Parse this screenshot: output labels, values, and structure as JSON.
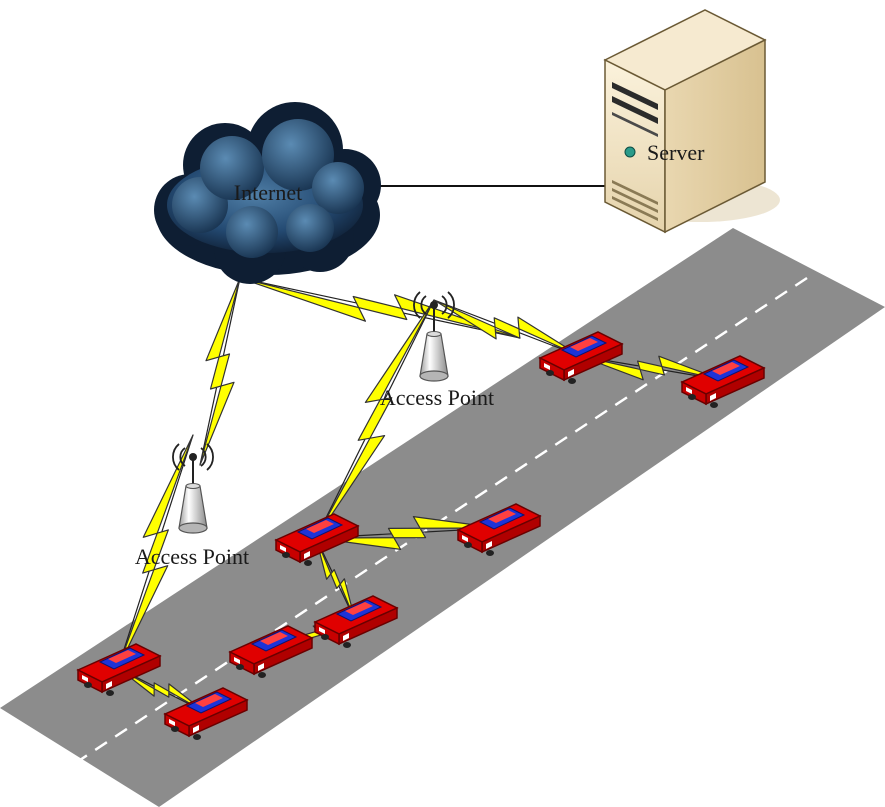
{
  "labels": {
    "internet": "Internet",
    "server": "Server",
    "access_point_1": "Access Point",
    "access_point_2": "Access Point"
  },
  "nodes": [
    {
      "name": "internet-cloud",
      "kind": "cloud"
    },
    {
      "name": "server",
      "kind": "server"
    },
    {
      "name": "access-point-1",
      "kind": "access-point"
    },
    {
      "name": "access-point-2",
      "kind": "access-point"
    },
    {
      "name": "car-1",
      "kind": "car"
    },
    {
      "name": "car-2",
      "kind": "car"
    },
    {
      "name": "car-3",
      "kind": "car"
    },
    {
      "name": "car-4",
      "kind": "car"
    },
    {
      "name": "car-5",
      "kind": "car"
    },
    {
      "name": "car-6",
      "kind": "car"
    },
    {
      "name": "car-7",
      "kind": "car"
    },
    {
      "name": "car-8",
      "kind": "car"
    }
  ],
  "links": [
    {
      "from": "internet-cloud",
      "to": "server",
      "type": "wired"
    },
    {
      "from": "internet-cloud",
      "to": "access-point-1",
      "type": "wireless"
    },
    {
      "from": "access-point-1",
      "to": "car-1",
      "type": "wireless"
    },
    {
      "from": "car-1",
      "to": "car-2",
      "type": "wireless"
    },
    {
      "from": "internet-cloud",
      "to": "access-point-2",
      "type": "wireless"
    },
    {
      "from": "access-point-2",
      "to": "car-3",
      "type": "wireless"
    },
    {
      "from": "access-point-2",
      "to": "car-7",
      "type": "wireless"
    },
    {
      "from": "car-3",
      "to": "car-4",
      "type": "wireless"
    },
    {
      "from": "car-3",
      "to": "car-5",
      "type": "wireless"
    },
    {
      "from": "car-5",
      "to": "car-6",
      "type": "wireless"
    },
    {
      "from": "car-7",
      "to": "car-8",
      "type": "wireless"
    }
  ],
  "colors": {
    "road": "#8c8c8c",
    "lane_marking": "#ffffff",
    "cloud_dark": "#0e1e33",
    "cloud_light": "#4f7ea6",
    "bolt_fill": "#ffff00",
    "car_body": "#e00000",
    "car_window": "#1d33d8",
    "server_body": "#f1e3c4",
    "server_light": "#2a9b8a"
  }
}
